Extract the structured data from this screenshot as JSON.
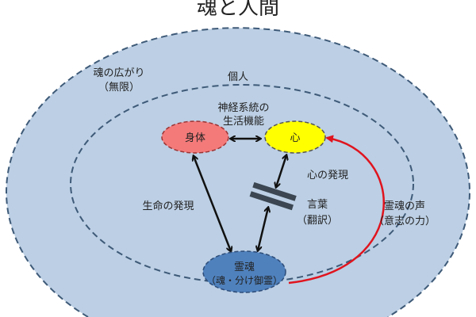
{
  "title": "魂と人間",
  "outer_label": [
    "魂の広がり",
    "（無限）"
  ],
  "inner_label": "個人",
  "nerve_label": [
    "神経系統の",
    "生活機能"
  ],
  "body_node": "身体",
  "heart_node": "心",
  "soul_node": [
    "霊魂",
    "（魂・分け御霊）"
  ],
  "life_label": "生命の発現",
  "heart_expression_label": "心の発現",
  "words_label": [
    "言葉",
    "（翻訳）"
  ],
  "soul_voice_label": [
    "霊魂の声",
    "（意志の力）"
  ],
  "colors": {
    "outer_fill": "#bccfe4",
    "body_fill": "#f47a7a",
    "heart_fill": "#ffff00",
    "soul_fill": "#4f81bd",
    "red_arrow": "#e0141e"
  }
}
